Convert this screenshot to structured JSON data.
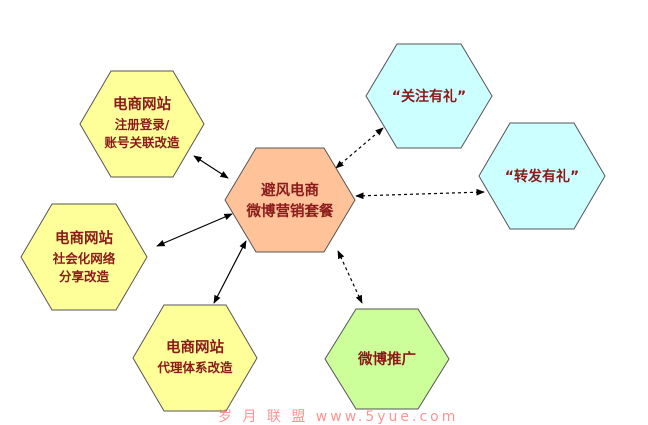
{
  "center": {
    "lines": [
      "避风电商",
      "微博营销套餐"
    ]
  },
  "nodes": {
    "login": {
      "lines": [
        "电商网站",
        "注册登录/",
        "账号关联改造"
      ]
    },
    "social": {
      "lines": [
        "电商网站",
        "社会化网络",
        "分享改造"
      ]
    },
    "agent": {
      "lines": [
        "电商网站",
        "代理体系改造"
      ]
    },
    "follow": {
      "lines": [
        "“关注有礼”"
      ]
    },
    "repost": {
      "lines": [
        "“转发有礼”"
      ]
    },
    "promo": {
      "lines": [
        "微博推广"
      ]
    }
  },
  "watermark": {
    "text": "岁 月 联 盟   www.5yue.com"
  },
  "colors": {
    "yellow": "#ffff99",
    "center": "#ffc299",
    "cyan": "#ccffff",
    "green": "#ccff99",
    "text": "#8b1a1a"
  }
}
